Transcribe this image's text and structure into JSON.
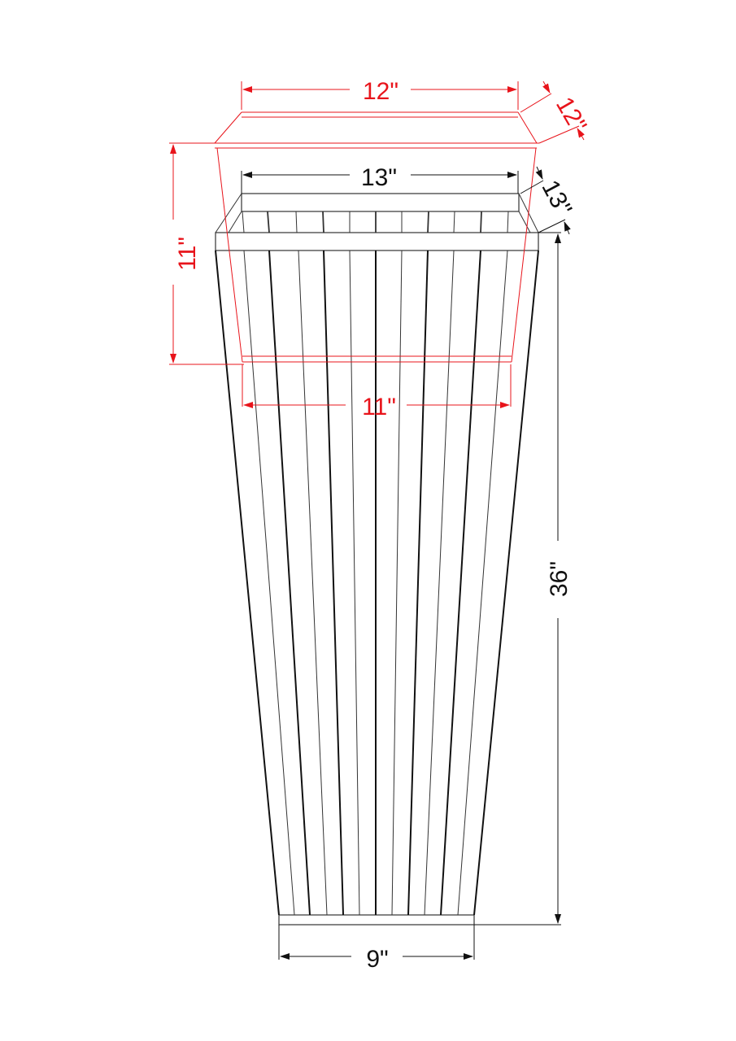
{
  "diagram": {
    "type": "technical-drawing",
    "subject": "tapered slatted planter with liner insert",
    "colors": {
      "planter": "#222222",
      "liner": "#e8141b",
      "background": "#ffffff"
    },
    "liner_dimensions": {
      "top_width": "12\"",
      "top_depth": "12\"",
      "height": "11\"",
      "bottom_width": "11\""
    },
    "planter_dimensions": {
      "top_width": "13\"",
      "top_depth": "13\"",
      "height": "36\"",
      "bottom_width": "9\""
    }
  }
}
